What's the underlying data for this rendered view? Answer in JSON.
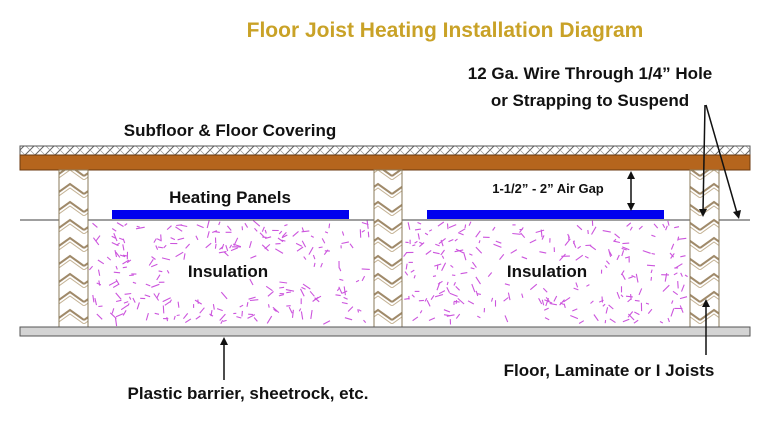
{
  "title": "Floor Joist Heating Installation Diagram",
  "labels": {
    "wire": "12 Ga. Wire Through 1/4” Hole",
    "wire_line2": "or Strapping to Suspend",
    "subfloor": "Subfloor & Floor Covering",
    "heating_panels": "Heating Panels",
    "air_gap": "1-1/2” - 2” Air Gap",
    "insulation_left": "Insulation",
    "insulation_right": "Insulation",
    "barrier": "Plastic barrier, sheetrock, etc.",
    "joists": "Floor, Laminate or I Joists"
  },
  "colors": {
    "title": "#C9A227",
    "subfloor_wood": "#B5651D",
    "heating_panel": "#0000EE",
    "insulation_fiber": "#CC55DD",
    "joist_stripe": "#A08A6A",
    "barrier": "#D4D4D4"
  }
}
